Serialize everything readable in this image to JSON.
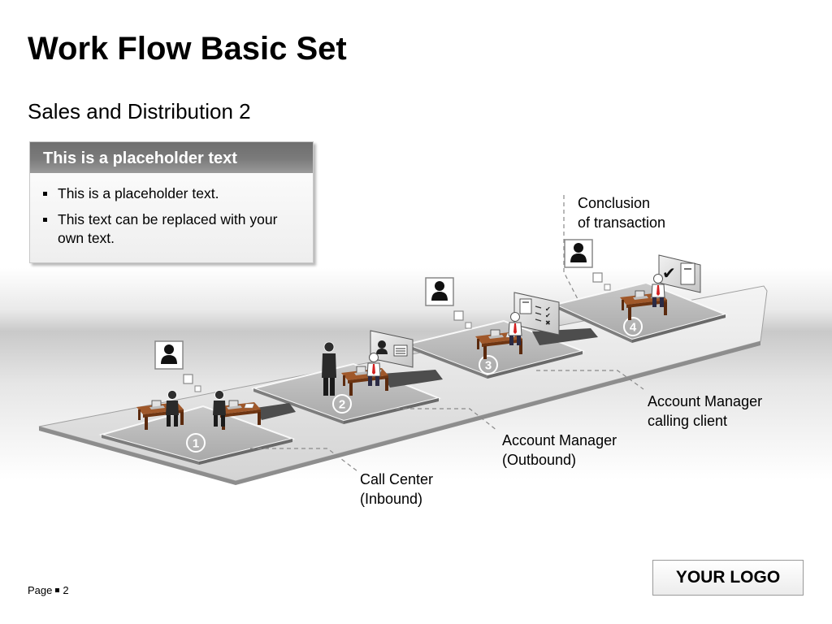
{
  "slide": {
    "title": "Work Flow Basic Set",
    "subtitle": "Sales and Distribution 2"
  },
  "textbox": {
    "header": "This is a placeholder text",
    "bullets": [
      "This is a placeholder text.",
      "This text can be replaced with your own text."
    ]
  },
  "steps": [
    {
      "number": "1",
      "label_line1": "Call Center",
      "label_line2": "(Inbound)"
    },
    {
      "number": "2",
      "label_line1": "Account Manager",
      "label_line2": "(Outbound)"
    },
    {
      "number": "3",
      "label_line1": "Account Manager",
      "label_line2": "calling client"
    },
    {
      "number": "4",
      "label_line1": "Conclusion",
      "label_line2": "of transaction"
    }
  ],
  "icons": [
    "person-thought-icon",
    "office-desk-icon",
    "checklist-board-icon",
    "document-board-icon",
    "checkmark-icon"
  ],
  "footer": {
    "page_label": "Page",
    "page_number": "2"
  },
  "logo": {
    "text": "YOUR LOGO"
  },
  "colors": {
    "header_gray": "#7b7b7b",
    "platform_gray": "#b5b5b5",
    "desk_brown": "#8b4a1c"
  }
}
